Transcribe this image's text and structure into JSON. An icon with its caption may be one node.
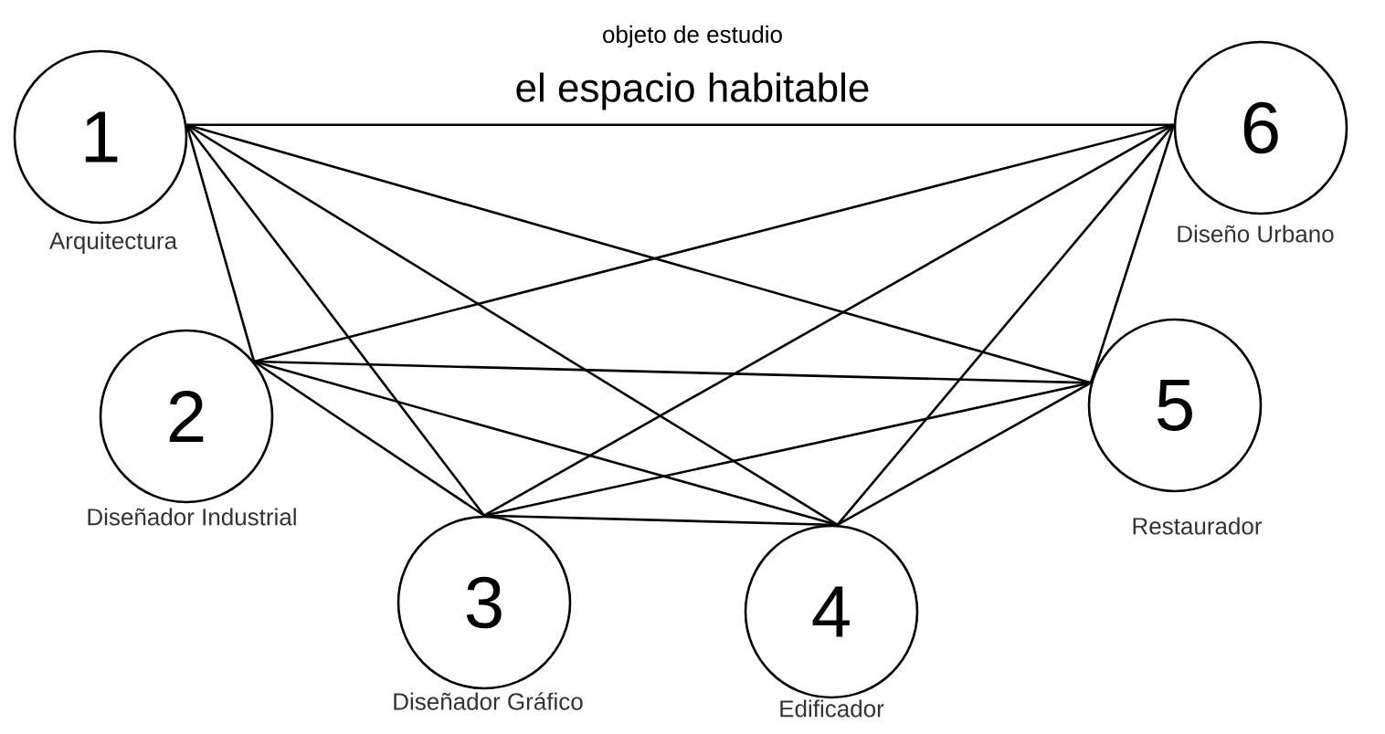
{
  "diagram": {
    "title": "el espacio habitable",
    "nodes": [
      {
        "text": [
          "1"
        ],
        "beside": [
          "Arquitectura"
        ]
      },
      {
        "text": [
          "2"
        ],
        "beside": [
          "Diseñador Industrial"
        ]
      },
      {
        "text": [
          "3"
        ],
        "beside": [
          "Diseñador Gráfico"
        ]
      },
      {
        "text": [
          "4"
        ],
        "beside": [
          "Edificador"
        ]
      },
      {
        "text": [
          "5"
        ],
        "beside": [
          "Restaurador"
        ]
      },
      {
        "text": [
          "6"
        ],
        "beside": [
          "Diseño Urbano"
        ]
      }
    ],
    "edges": [
      {
        "from": 0,
        "to": 1,
        "arrow": "none"
      },
      {
        "from": 0,
        "to": 2,
        "arrow": "none"
      },
      {
        "from": 0,
        "to": 3,
        "arrow": "none"
      },
      {
        "from": 0,
        "to": 4,
        "arrow": "none"
      },
      {
        "from": 0,
        "to": 5,
        "arrow": "none"
      },
      {
        "from": 1,
        "to": 2,
        "arrow": "none"
      },
      {
        "from": 1,
        "to": 3,
        "arrow": "none"
      },
      {
        "from": 1,
        "to": 4,
        "arrow": "none"
      },
      {
        "from": 1,
        "to": 5,
        "arrow": "none"
      },
      {
        "from": 2,
        "to": 3,
        "arrow": "none"
      },
      {
        "from": 2,
        "to": 4,
        "arrow": "none"
      },
      {
        "from": 2,
        "to": 5,
        "arrow": "none"
      },
      {
        "from": 3,
        "to": 4,
        "arrow": "none"
      },
      {
        "from": 3,
        "to": 5,
        "arrow": "none"
      },
      {
        "from": 4,
        "to": 5,
        "arrow": "none"
      }
    ],
    "labels": [
      "objeto de estudio"
    ]
  }
}
